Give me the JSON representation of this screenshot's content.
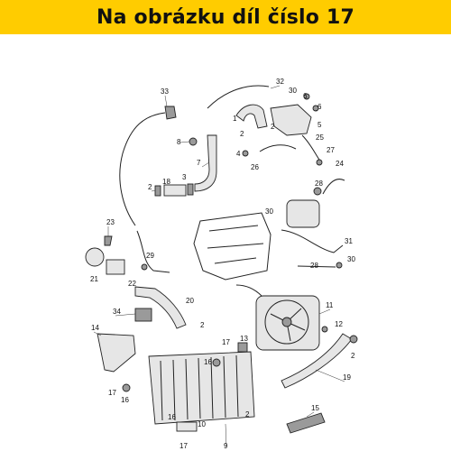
{
  "header": {
    "title": "Na obrázku díl číslo 17",
    "accent_color": "#ffcc00"
  },
  "diagram": {
    "callouts": [
      "33",
      "32",
      "30",
      "6",
      "6",
      "1",
      "2",
      "2",
      "5",
      "8",
      "25",
      "4",
      "7",
      "26",
      "27",
      "3",
      "2",
      "18",
      "24",
      "28",
      "30",
      "23",
      "29",
      "31",
      "21",
      "22",
      "28",
      "30",
      "20",
      "11",
      "34",
      "2",
      "12",
      "14",
      "17",
      "13",
      "16",
      "2",
      "17",
      "16",
      "19",
      "15",
      "16",
      "17",
      "10",
      "9",
      "2"
    ]
  }
}
